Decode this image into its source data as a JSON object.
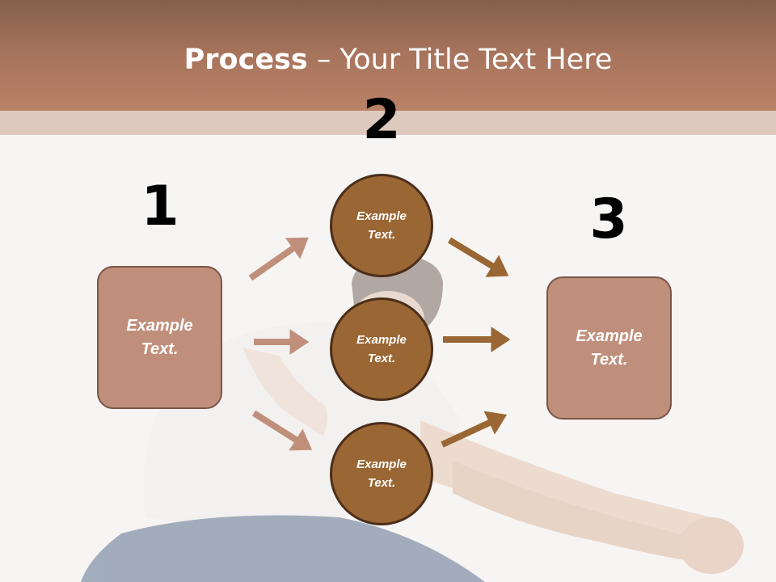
{
  "title": {
    "bold": "Process",
    "rest": " – Your Title Text Here"
  },
  "steps": {
    "one": {
      "number": "1",
      "box_text": "Example Text."
    },
    "two": {
      "number": "2",
      "circles": [
        "Example Text.",
        "Example Text.",
        "Example Text."
      ]
    },
    "three": {
      "number": "3",
      "box_text": "Example Text."
    }
  },
  "colors": {
    "header": "#a8745c",
    "box_fill": "#c08f7b",
    "circle_fill": "#9a6633",
    "arrow_left": "#c08f7b",
    "arrow_right": "#9a6633"
  }
}
